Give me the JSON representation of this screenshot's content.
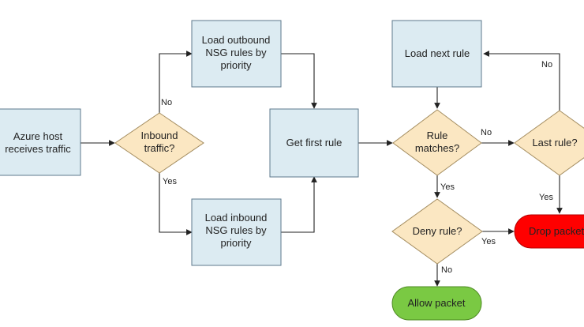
{
  "nodes": {
    "azure_host": {
      "lines": [
        "Azure host",
        "receives traffic"
      ],
      "fill": "#dcebf2"
    },
    "inbound_traffic": {
      "lines": [
        "Inbound",
        "traffic?"
      ],
      "fill": "#fbe7c2"
    },
    "load_outbound": {
      "lines": [
        "Load outbound",
        "NSG rules by",
        "priority"
      ],
      "fill": "#dcebf2"
    },
    "load_inbound": {
      "lines": [
        "Load inbound",
        "NSG rules by",
        "priority"
      ],
      "fill": "#dcebf2"
    },
    "get_first_rule": {
      "lines": [
        "Get first rule"
      ],
      "fill": "#dcebf2"
    },
    "load_next_rule": {
      "lines": [
        "Load next rule"
      ],
      "fill": "#dcebf2"
    },
    "rule_matches": {
      "lines": [
        "Rule",
        "matches?"
      ],
      "fill": "#fbe7c2"
    },
    "last_rule": {
      "lines": [
        "Last rule?"
      ],
      "fill": "#fbe7c2"
    },
    "deny_rule": {
      "lines": [
        "Deny rule?"
      ],
      "fill": "#fbe7c2"
    },
    "drop_packet": {
      "lines": [
        "Drop packet"
      ],
      "fill": "#ff0000"
    },
    "allow_packet": {
      "lines": [
        "Allow packet"
      ],
      "fill": "#7ac943"
    }
  },
  "edge_labels": {
    "inbound_no": "No",
    "inbound_yes": "Yes",
    "matches_no": "No",
    "matches_yes": "Yes",
    "last_no": "No",
    "last_yes": "Yes",
    "deny_yes": "Yes",
    "deny_no": "No"
  },
  "colors": {
    "process": "#dcebf2",
    "decision": "#fbe7c2",
    "drop": "#ff0000",
    "allow": "#7ac943",
    "connector": "#222222"
  }
}
